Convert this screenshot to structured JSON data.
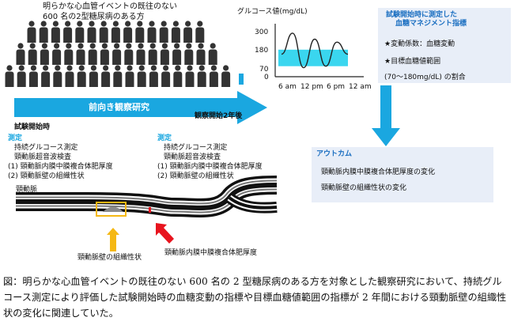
{
  "population": {
    "line1": "明らかな心血管イベントの既往のない",
    "line2": "600 名の2型糖尿病のある方"
  },
  "study_arrow": {
    "label": "前向き観察研究",
    "start_label": "試験開始時",
    "end_label": "観察開始2年後"
  },
  "baseline_measure": {
    "heading": "測定",
    "items": [
      "持続グルコース測定",
      "頸動脈超音波検査",
      "(1) 頸動脈内膜中膜複合体肥厚度",
      "(2) 頸動脈壁の組織性状"
    ]
  },
  "followup_measure": {
    "heading": "測定",
    "items": [
      "持続グルコース測定",
      "頸動脈超音波検査",
      "(1) 頸動脈内膜中膜複合体肥厚度",
      "(2) 頸動脈壁の組織性状"
    ]
  },
  "glucose_chart": {
    "title": "グルコース値(mg/dL)",
    "y_ticks": [
      "300",
      "180",
      "70",
      "0"
    ],
    "x_ticks": [
      "6 am",
      "12 pm",
      "6 pm",
      "12 am"
    ],
    "target_range": [
      70,
      180
    ],
    "band_color": "#3ad6ef"
  },
  "chart_data": {
    "type": "line",
    "title": "グルコース値(mg/dL)",
    "xlabel": "",
    "ylabel": "",
    "x": [
      "6 am",
      "",
      "12 pm",
      "",
      "6 pm",
      "",
      "12 am"
    ],
    "values": [
      150,
      290,
      60,
      250,
      70,
      230,
      150
    ],
    "ylim": [
      0,
      300
    ],
    "shaded_band": [
      70,
      180
    ],
    "grid": false
  },
  "indices_panel": {
    "title_line1": "試験開始時に測定した",
    "title_line2": "血糖マネジメント指標",
    "item1": "★変動係数：血糖変動",
    "item2": "★目標血糖値範囲",
    "item3": "(70～180mg/dL) の割合"
  },
  "outcome_panel": {
    "title": "アウトカム",
    "item1": "頸動脈内膜中膜複合体肥厚度の変化",
    "item2": "頸動脈壁の組織性状の変化"
  },
  "artery": {
    "label": "頸動脈",
    "yellow_label": "頸動脈壁の組織性状",
    "red_label": "頸動脈内膜中膜複合体肥厚度"
  },
  "colors": {
    "accent_blue": "#1aa7e0",
    "arrow_dark_blue": "#1b6fc1",
    "panel_bg": "#e8eef8",
    "yellow": "#f5b814",
    "red": "#e8141e",
    "people": "#333333"
  },
  "caption": "図：明らかな心血管イベントの既往のない 600 名の 2 型糖尿病のある方を対象とした観察研究において、持続グルコース測定により評価した試験開始時の血糖変動の指標や目標血糖値範囲の指標が 2 年間における頸動脈壁の組織性状の変化に関連していた。"
}
